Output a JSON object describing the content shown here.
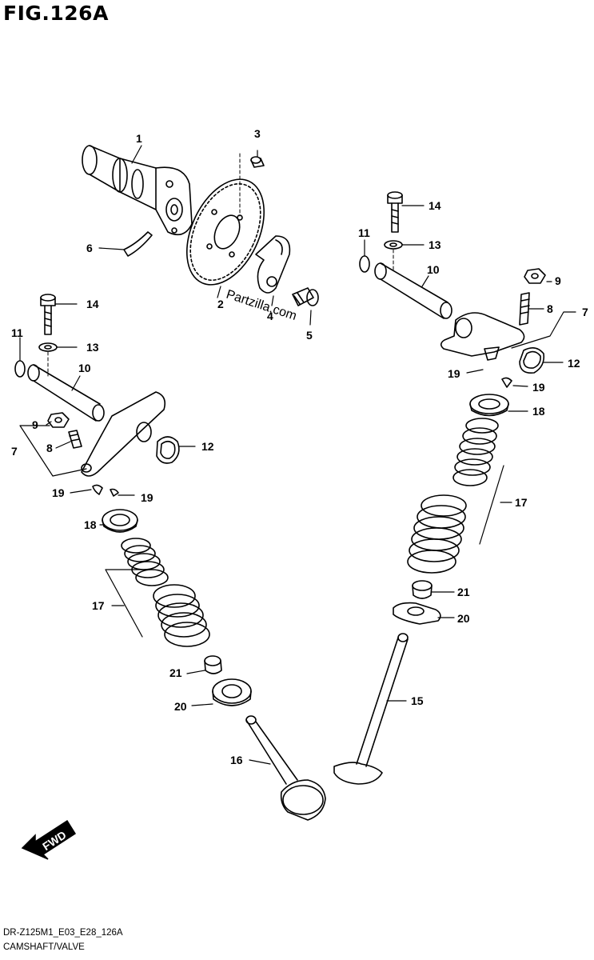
{
  "figure": {
    "title": "FIG.126A"
  },
  "watermark": "Partzilla.com",
  "fwd_arrow": {
    "label": "FWD",
    "icon": "fwd-arrow-icon"
  },
  "footer": {
    "code": "DR-Z125M1_E03_E28_126A",
    "description": "CAMSHAFT/VALVE"
  },
  "callouts": {
    "c1": "1",
    "c2": "2",
    "c3": "3",
    "c4": "4",
    "c5": "5",
    "c6": "6",
    "l14": "14",
    "l13": "13",
    "l11": "11",
    "l10": "10",
    "l9": "9",
    "l8": "8",
    "l7": "7",
    "l12": "12",
    "l19a": "19",
    "l19b": "19",
    "l18": "18",
    "l17": "17",
    "l21": "21",
    "l20": "20",
    "l16": "16",
    "r14": "14",
    "r13": "13",
    "r11": "11",
    "r10": "10",
    "r9": "9",
    "r8": "8",
    "r7": "7",
    "r12": "12",
    "r19a": "19",
    "r19b": "19",
    "r18": "18",
    "r17": "17",
    "r21": "21",
    "r20": "20",
    "r15": "15"
  }
}
